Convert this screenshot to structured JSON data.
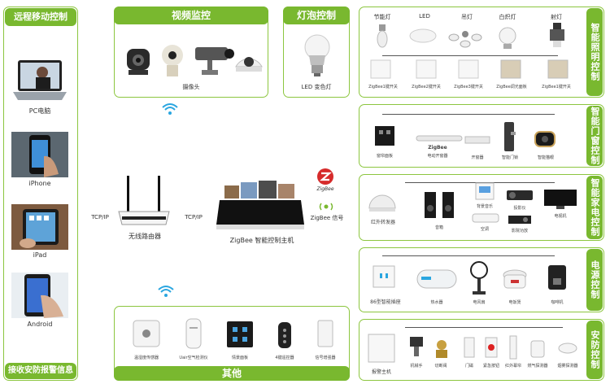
{
  "colors": {
    "accent": "#79b82f",
    "border": "#8cc63f",
    "wifi": "#2aa6e0"
  },
  "left_panel": {
    "title": "远程移动控制",
    "footer": "接收安防报警信息",
    "devices": [
      {
        "icon": "laptop-icon",
        "label": "PC电脑"
      },
      {
        "icon": "iphone-icon",
        "label": "iPhone"
      },
      {
        "icon": "ipad-icon",
        "label": "iPad"
      },
      {
        "icon": "android-phone-icon",
        "label": "Android"
      }
    ]
  },
  "video": {
    "title": "视频监控",
    "caption": "摄像头"
  },
  "bulb": {
    "title": "灯泡控制",
    "caption": "LED 变色灯"
  },
  "center": {
    "tcp_left": "TCP/IP",
    "tcp_right": "TCP/IP",
    "router_label": "无线路由器",
    "host_label": "ZigBee 智能控制主机",
    "zigbee_logo_text": "ZigBee",
    "zigbee_signal_label": "ZigBee 信号"
  },
  "lighting": {
    "title": "智能照明控制",
    "lamps": [
      "节能灯",
      "LED",
      "吊灯",
      "白炽灯",
      "射灯"
    ],
    "switches": [
      "ZigBee1键开关",
      "ZigBee2键开关",
      "ZigBee3键开关",
      "ZigBee调光面板",
      "ZigBee1键开关"
    ]
  },
  "door": {
    "title": "智能门窗控制",
    "items": [
      "窗帘面板",
      "开窗器",
      "智能门锁",
      "智能猫眼"
    ],
    "motor_line1": "ZigBee",
    "motor_line2": "电动开窗器"
  },
  "appliance": {
    "title": "智能家电控制",
    "ir_label": "红外转发器",
    "items": [
      "音箱",
      "背景音乐",
      "投影仪",
      "电视机",
      "空调",
      "影院功放"
    ]
  },
  "power": {
    "title": "电源控制",
    "items": [
      "86型智能插座",
      "热水器",
      "电风扇",
      "电饭煲",
      "咖啡机"
    ]
  },
  "security": {
    "title": "安防控制",
    "host_label": "报警主机",
    "items": [
      "机械手",
      "切断阀",
      "门磁",
      "紧急按钮",
      "红外幕帘",
      "燃气探测器",
      "烟雾探测器"
    ]
  },
  "others": {
    "title": "其他",
    "items": [
      "温湿度传感器",
      "Uair空气检测仪",
      "情景面板",
      "4键遥控器",
      "信号增强器"
    ]
  }
}
